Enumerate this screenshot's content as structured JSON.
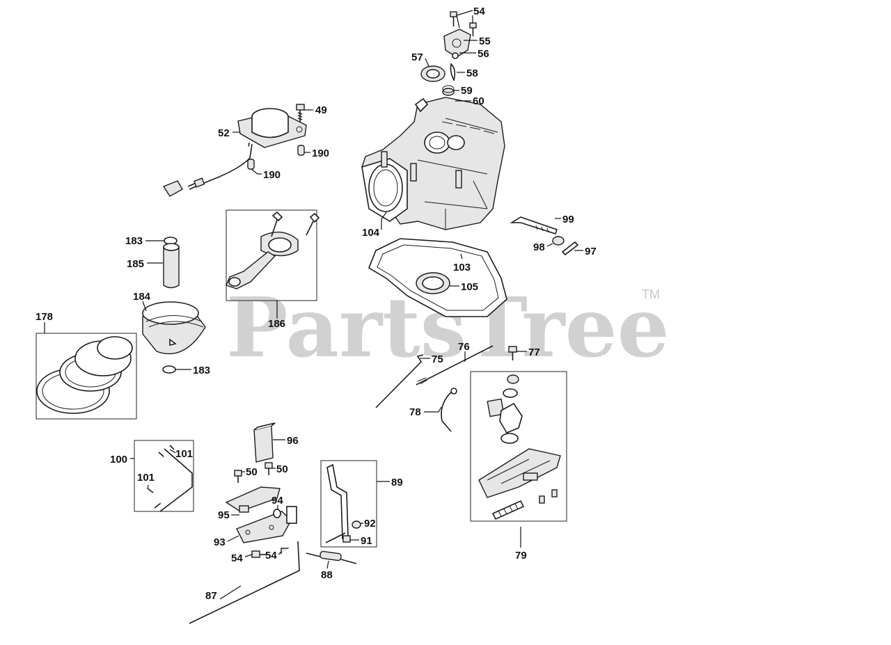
{
  "watermark": {
    "text": "PartsTree",
    "trademark": "TM"
  },
  "callouts": {
    "c54a": "54",
    "c55": "55",
    "c56": "56",
    "c57": "57",
    "c58": "58",
    "c59": "59",
    "c60": "60",
    "c49": "49",
    "c52": "52",
    "c190a": "190",
    "c190b": "190",
    "c104": "104",
    "c103": "103",
    "c105": "105",
    "c99": "99",
    "c98": "98",
    "c97": "97",
    "c183a": "183",
    "c185": "185",
    "c184": "184",
    "c183b": "183",
    "c178": "178",
    "c186": "186",
    "c76": "76",
    "c75": "75",
    "c77": "77",
    "c78": "78",
    "c79": "79",
    "c100": "100",
    "c101a": "101",
    "c101b": "101",
    "c96": "96",
    "c50a": "50",
    "c50b": "50",
    "c94": "94",
    "c95": "95",
    "c93": "93",
    "c54b": "54",
    "c54c": "54",
    "c87": "87",
    "c88": "88",
    "c89": "89",
    "c92": "92",
    "c91": "91"
  },
  "colors": {
    "ink": "#111111",
    "watermark": "#c9c9c9",
    "background": "#ffffff"
  }
}
